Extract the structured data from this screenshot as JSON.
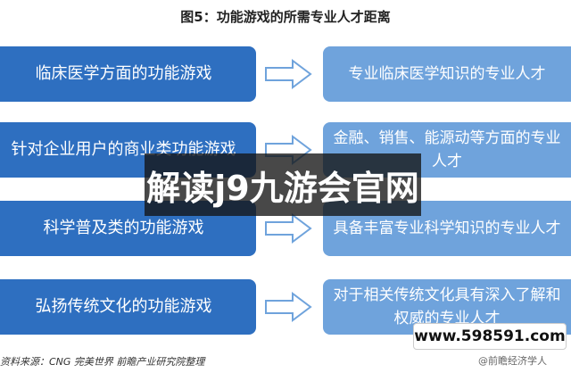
{
  "title": "图5：功能游戏的所需专业人才距离",
  "rows": [
    {
      "left": "临床医学方面的功能游戏",
      "right": "专业临床医学知识的专业人才"
    },
    {
      "left": "针对企业用户的商业类功能游戏",
      "right": "金融、销售、能源动等方面的专业人才"
    },
    {
      "left": "科学普及类的功能游戏",
      "right": "具备丰富专业科学知识的专业人才"
    },
    {
      "left": "弘扬传统文化的功能游戏",
      "right": "对于相关传统文化具有深入了解和权威的专业人才"
    }
  ],
  "source": "资料来源：CNG 完美世界 前瞻产业研究院整理",
  "overlay": "解读j9九游会官网",
  "url": "www.598591.com",
  "brand": "@前瞻经济学人",
  "colors": {
    "left_box": "#2e6fc0",
    "right_box": "#6fa3dc",
    "arrow": "#6fa3dc"
  }
}
